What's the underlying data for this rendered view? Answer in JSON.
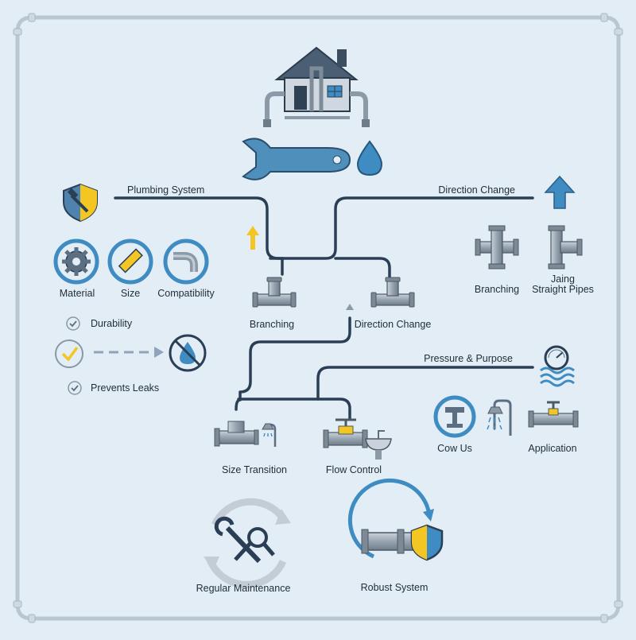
{
  "colors": {
    "background": "#e3edf5",
    "line": "#2a3f55",
    "pipe": "#8c99a6",
    "accent_blue": "#3f8cc2",
    "accent_yellow": "#f3c623"
  },
  "nodes": {
    "plumbing_system": "Plumbing System",
    "direction_change_top": "Direction Change",
    "material": "Material",
    "size": "Size",
    "compatibility": "Compatibility",
    "durability": "Durability",
    "prevents_leaks": "Prevents Leaks",
    "branching_mid": "Branching",
    "direction_change_mid": "Direction Change",
    "branching_right": "Branching",
    "joining_straight_pipes": "Jaing\nStraight Pipes",
    "pressure_purpose": "Pressure & Purpose",
    "cow_us": "Cow Us",
    "application": "Application",
    "size_transition": "Size Transition",
    "flow_control": "Flow Control",
    "regular_maintenance": "Regular Maintenance",
    "robust_system": "Robust System"
  },
  "icons": [
    "house-icon",
    "wrench-icon",
    "water-drop-icon",
    "shield-hammer-icon",
    "gear-icon",
    "ruler-icon",
    "elbow-pipe-icon",
    "check-icon",
    "no-leak-icon",
    "up-arrow-icon",
    "tee-pipe-icon",
    "cross-pipe-icon",
    "pressure-gauge-icon",
    "shower-icon",
    "valve-icon",
    "sink-icon",
    "tools-cycle-icon",
    "robust-pipe-shield-icon"
  ]
}
